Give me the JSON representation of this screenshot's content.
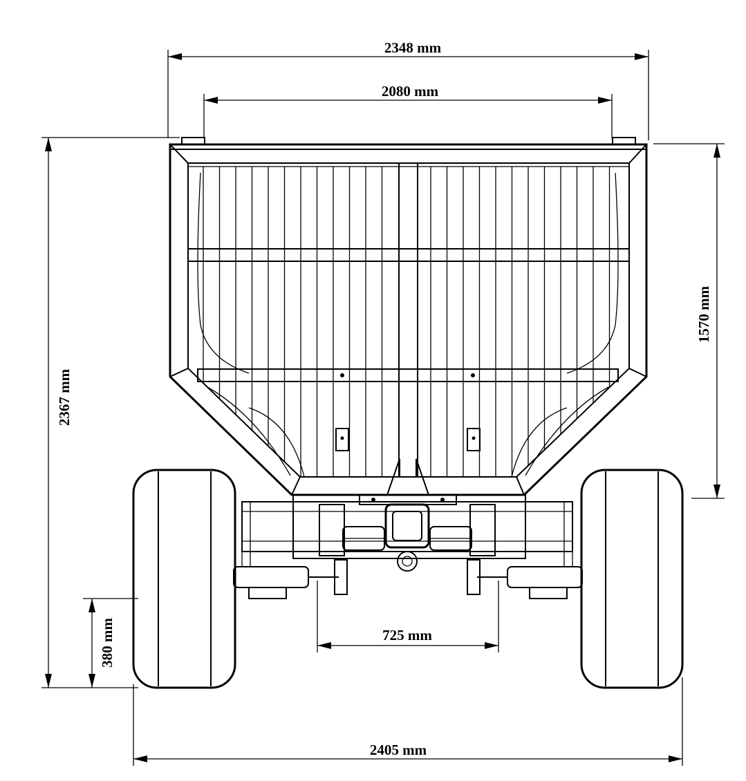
{
  "dimensions": {
    "overall_width": "2348 mm",
    "inner_width": "2080 mm",
    "overall_height": "2367 mm",
    "hopper_height": "1570 mm",
    "ground_clearance": "380 mm",
    "inner_track": "725 mm",
    "outer_track": "2405 mm"
  }
}
